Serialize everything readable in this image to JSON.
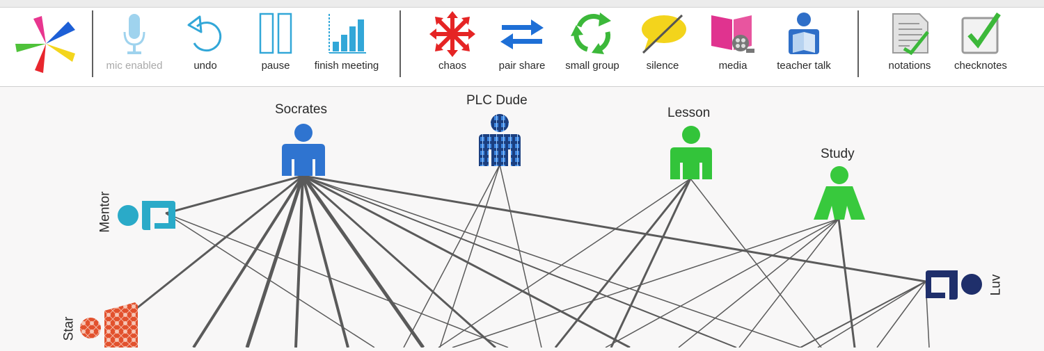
{
  "toolbar": {
    "buttons": [
      {
        "label": "mic enabled",
        "icon": "microphone-icon"
      },
      {
        "label": "undo",
        "icon": "undo-icon"
      },
      {
        "label": "pause",
        "icon": "pause-icon"
      },
      {
        "label": "finish meeting",
        "icon": "bar-chart-icon"
      },
      {
        "label": "chaos",
        "icon": "chaos-arrows-icon"
      },
      {
        "label": "pair share",
        "icon": "swap-arrows-icon"
      },
      {
        "label": "small group",
        "icon": "cycle-arrows-icon"
      },
      {
        "label": "silence",
        "icon": "silence-bubble-icon"
      },
      {
        "label": "media",
        "icon": "book-film-icon"
      },
      {
        "label": "teacher talk",
        "icon": "teacher-reading-icon"
      },
      {
        "label": "notations",
        "icon": "notepad-check-icon"
      },
      {
        "label": "checknotes",
        "icon": "checkbox-icon"
      }
    ]
  },
  "participants": {
    "socrates": "Socrates",
    "plc_dude": "PLC Dude",
    "lesson": "Lesson",
    "study": "Study",
    "mentor": "Mentor",
    "star": "Star",
    "luv": "Luv"
  },
  "colors": {
    "socrates": "#2f74d0",
    "lesson": "#33c43a",
    "study": "#38c93d",
    "mentor": "#2aaac8",
    "star": "#e2512d",
    "luv": "#1f2f6b",
    "lines": "#555555"
  }
}
